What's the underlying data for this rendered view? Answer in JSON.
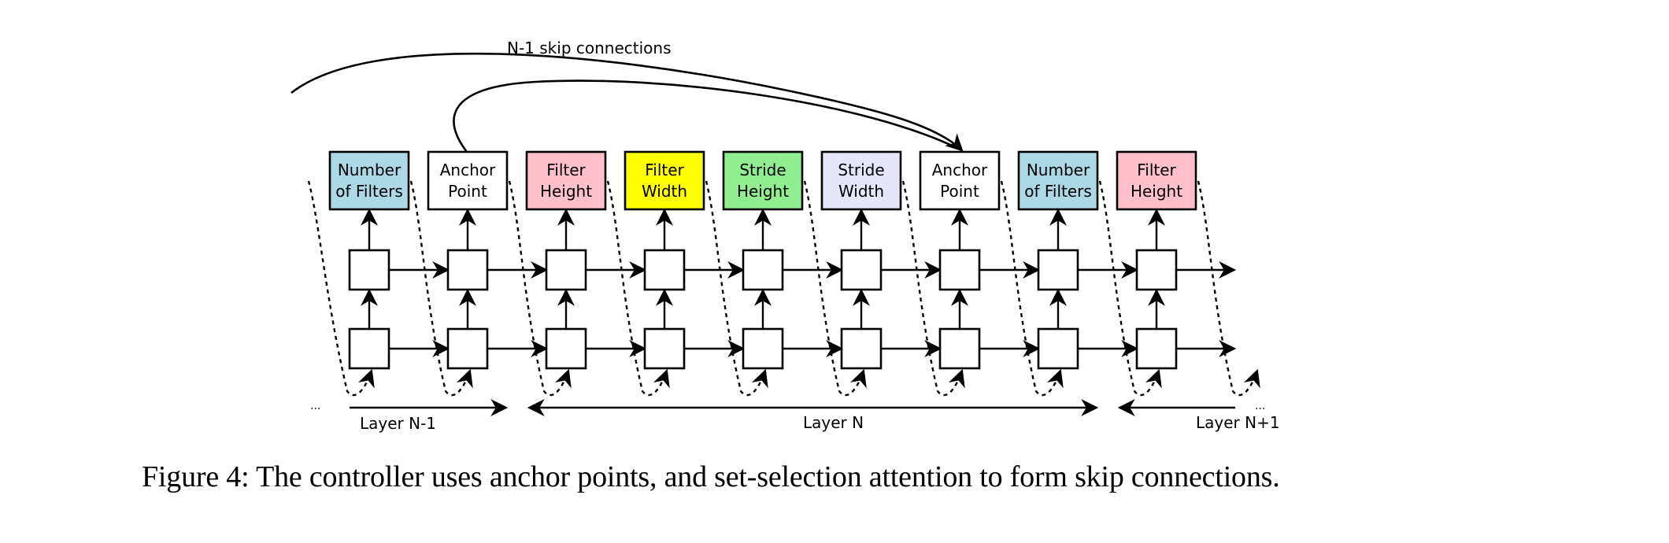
{
  "figure": {
    "top_label": "N-1 skip connections",
    "decision_boxes": [
      {
        "line1": "Number",
        "line2": "of Filters",
        "color": "#add8e6"
      },
      {
        "line1": "Anchor",
        "line2": "Point",
        "color": "#ffffff"
      },
      {
        "line1": "Filter",
        "line2": "Height",
        "color": "#ffc0cb"
      },
      {
        "line1": "Filter",
        "line2": "Width",
        "color": "#ffff00"
      },
      {
        "line1": "Stride",
        "line2": "Height",
        "color": "#90ee90"
      },
      {
        "line1": "Stride",
        "line2": "Width",
        "color": "#e6e6fa"
      },
      {
        "line1": "Anchor",
        "line2": "Point",
        "color": "#ffffff"
      },
      {
        "line1": "Number",
        "line2": "of Filters",
        "color": "#add8e6"
      },
      {
        "line1": "Filter",
        "line2": "Height",
        "color": "#ffc0cb"
      }
    ],
    "lstm_layers": 2,
    "layer_labels": {
      "prev": "Layer N-1",
      "current": "Layer N",
      "next": "Layer N+1",
      "ellipsis": "..."
    }
  },
  "caption": "Figure 4: The controller uses anchor points, and set-selection attention to form skip connections."
}
